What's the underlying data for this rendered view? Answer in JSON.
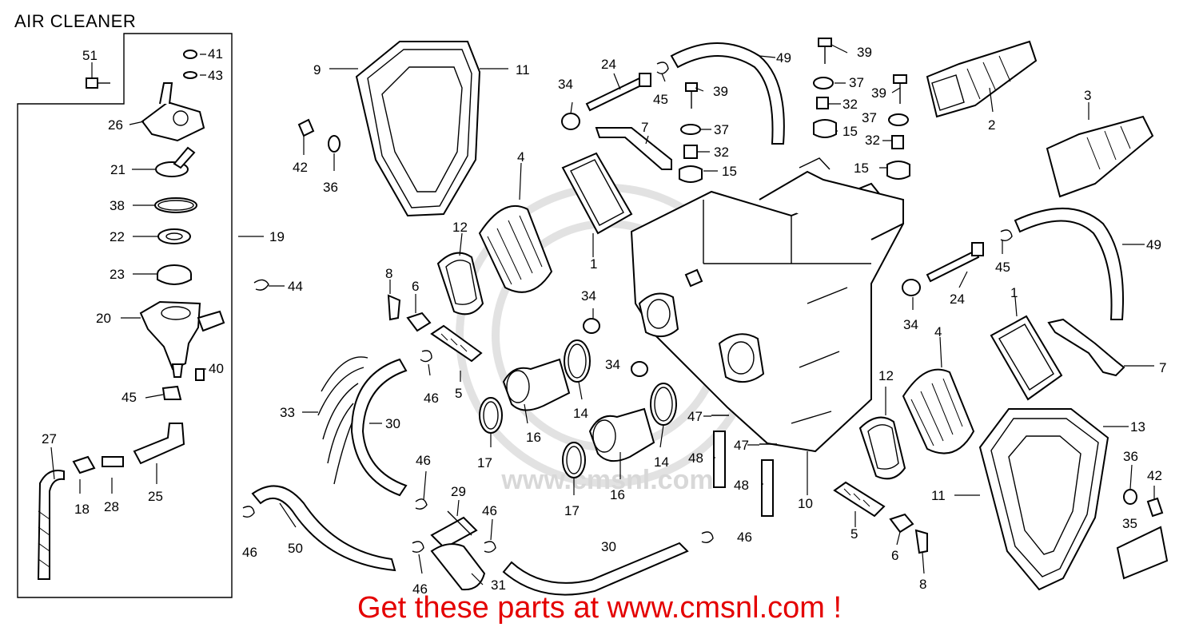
{
  "title": "AIR CLEANER",
  "promo": "Get these parts at www.cmsnl.com !",
  "watermark": "www.cmsnl.com",
  "callouts": {
    "c51": "51",
    "c41": "41",
    "c43": "43",
    "c26": "26",
    "c21": "21",
    "c38": "38",
    "c22": "22",
    "c19": "19",
    "c23": "23",
    "c20": "20",
    "c40": "40",
    "c45a": "45",
    "c27": "27",
    "c18": "18",
    "c28": "28",
    "c25": "25",
    "c9": "9",
    "c11a": "11",
    "c42a": "42",
    "c36a": "36",
    "c44": "44",
    "c8a": "8",
    "c6a": "6",
    "c12a": "12",
    "c4a": "4",
    "c1a": "1",
    "c5a": "5",
    "c46a": "46",
    "c33": "33",
    "c30a": "30",
    "c46b": "46",
    "c46c": "46",
    "c50": "50",
    "c29": "29",
    "c46d": "46",
    "c46e": "46",
    "c31": "31",
    "c17a": "17",
    "c16a": "16",
    "c14a": "14",
    "c17b": "17",
    "c16b": "16",
    "c14b": "14",
    "c30b": "30",
    "c46f": "46",
    "c24a": "24",
    "c45b": "45",
    "c34a": "34",
    "c7a": "7",
    "c39a": "39",
    "c37a": "37",
    "c32a": "32",
    "c15a": "15",
    "c49a": "49",
    "c34b": "34",
    "c34c": "34",
    "c47a": "47",
    "c47b": "47",
    "c48a": "48",
    "c48b": "48",
    "c10": "10",
    "c39b": "39",
    "c37b": "37",
    "c32b": "32",
    "c15b": "15",
    "c39c": "39",
    "c37c": "37",
    "c32c": "32",
    "c15c": "15",
    "c2": "2",
    "c3": "3",
    "c49b": "49",
    "c45c": "45",
    "c24b": "24",
    "c34d": "34",
    "c1b": "1",
    "c7b": "7",
    "c4b": "4",
    "c12b": "12",
    "c13": "13",
    "c11b": "11",
    "c36b": "36",
    "c42b": "42",
    "c35": "35",
    "c5b": "5",
    "c6b": "6",
    "c8b": "8"
  }
}
